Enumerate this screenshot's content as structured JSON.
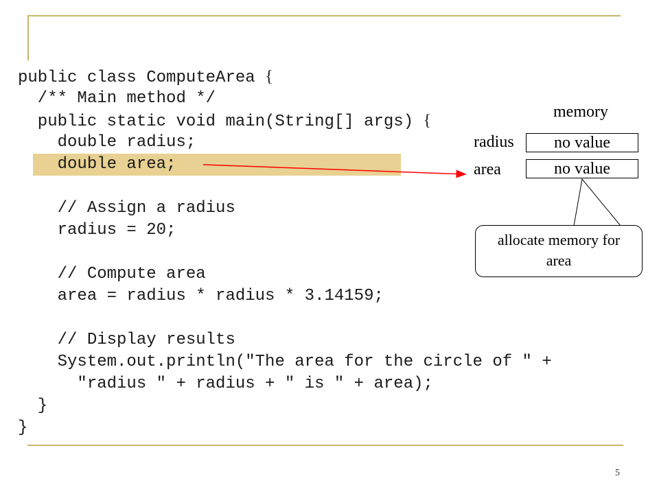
{
  "code": {
    "lines": [
      {
        "text": "public class ComputeArea ",
        "brace": "{"
      },
      {
        "text": "  /** Main method */",
        "brace": ""
      },
      {
        "text": "  public static void main(String[] args) ",
        "brace": "{"
      },
      {
        "text": "    double radius;",
        "brace": ""
      },
      {
        "text": "    double area;",
        "brace": ""
      },
      {
        "text": "",
        "brace": ""
      },
      {
        "text": "    // Assign a radius",
        "brace": ""
      },
      {
        "text": "    radius = 20;",
        "brace": ""
      },
      {
        "text": "",
        "brace": ""
      },
      {
        "text": "    // Compute area",
        "brace": ""
      },
      {
        "text": "    area = radius * radius * 3.14159;",
        "brace": ""
      },
      {
        "text": "",
        "brace": ""
      },
      {
        "text": "    // Display results",
        "brace": ""
      },
      {
        "text": "    System.out.println(\"The area for the circle of \" +",
        "brace": ""
      },
      {
        "text": "      \"radius \" + radius + \" is \" + area);",
        "brace": ""
      },
      {
        "text": "  }",
        "brace": ""
      },
      {
        "text": "}",
        "brace": ""
      }
    ],
    "highlighted_line": "double area;"
  },
  "memory": {
    "title": "memory",
    "variables": [
      {
        "name": "radius",
        "value": "no value"
      },
      {
        "name": "area",
        "value": "no value"
      }
    ]
  },
  "callout": {
    "line1": "allocate memory for",
    "line2": "area"
  },
  "slide_number": "5",
  "colors": {
    "highlight": "#e8d192",
    "arrow": "#ff0000",
    "decoration": "#c8b46a"
  }
}
